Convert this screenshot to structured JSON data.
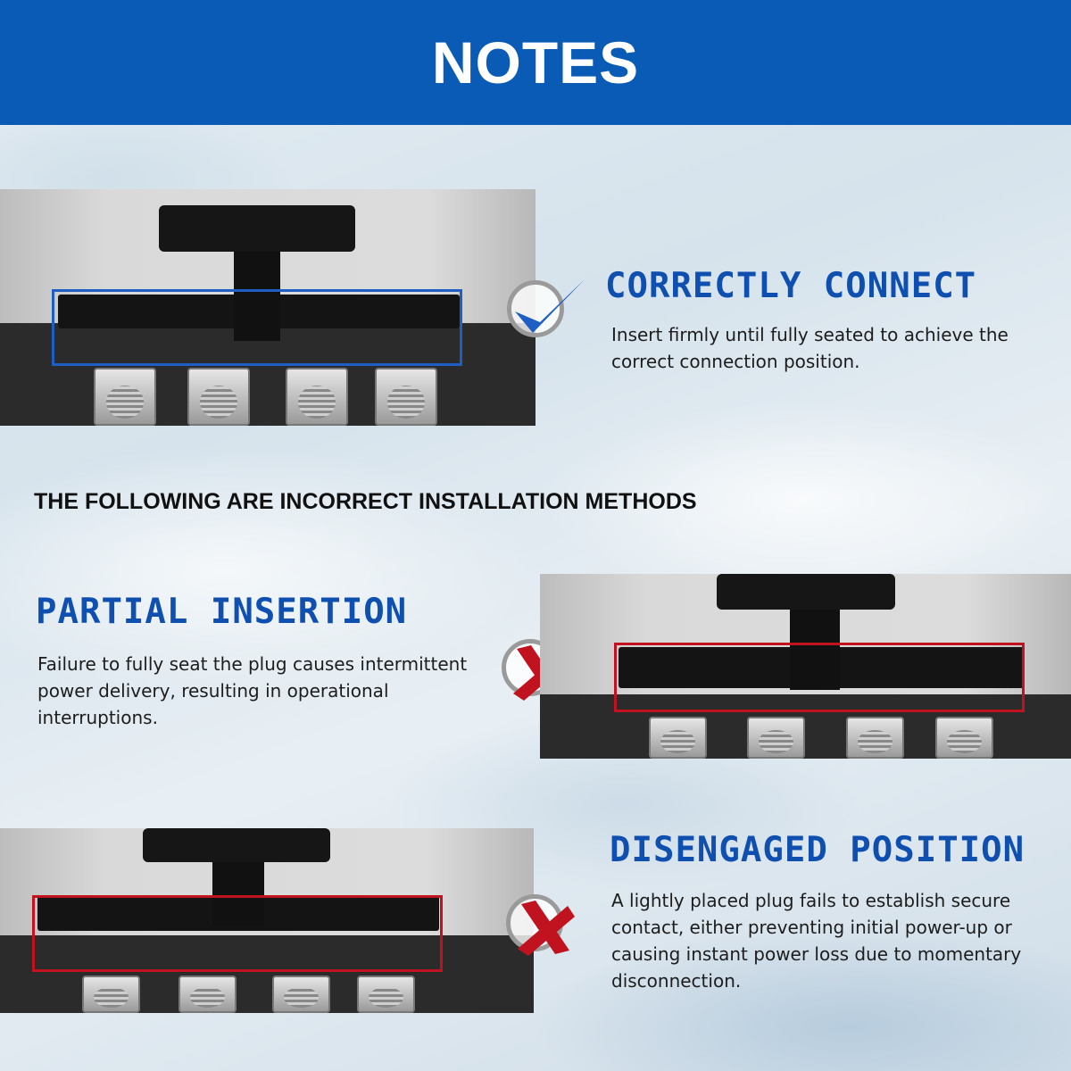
{
  "header": {
    "title": "NOTES"
  },
  "correct": {
    "title": "CORRECTLY CONNECT",
    "description": [
      "Insert firmly until fully seated to achieve the",
      "correct connection position."
    ],
    "mark_icon": "checkmark-icon",
    "frame_color": "#1f5fc4"
  },
  "incorrect_heading": "THE FOLLOWING ARE INCORRECT INSTALLATION METHODS",
  "partial": {
    "title": "PARTIAL INSERTION",
    "description": [
      "Failure to fully seat the plug causes intermittent",
      "power delivery, resulting in operational",
      "interruptions."
    ],
    "mark_icon": "x-mark-icon",
    "frame_color": "#c1121f"
  },
  "disengaged": {
    "title": "DISENGAGED POSITION",
    "description": [
      "A lightly placed plug fails to establish secure",
      "contact, either preventing initial power-up or",
      "causing instant power loss due to momentary",
      "disconnection."
    ],
    "mark_icon": "x-mark-icon",
    "frame_color": "#c1121f"
  },
  "colors": {
    "header_bg": "#0a5bb5",
    "title_blue": "#0f4fb0",
    "check_blue": "#1f5fc4",
    "x_red": "#c1121f"
  }
}
